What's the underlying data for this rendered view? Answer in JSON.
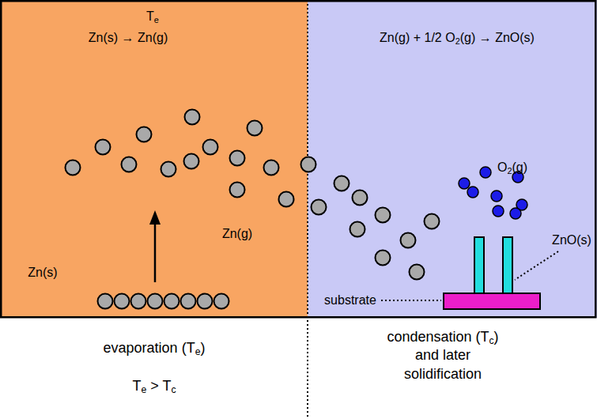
{
  "diagram": {
    "nodes": [
      {
        "text": [
          "Te",
          "Zn(s) → Zn(g)",
          "Zn(g)",
          "Zn(s)"
        ]
      },
      {
        "text": [
          "Zn(g) + 1/2 O2(g) → ZnO(s)",
          "O2(g)",
          "ZnO(s)",
          "substrate"
        ]
      }
    ],
    "labels": [
      "evaporation (Te)",
      "Te > Tc",
      "condensation (Tc) and later solidification"
    ]
  }
}
